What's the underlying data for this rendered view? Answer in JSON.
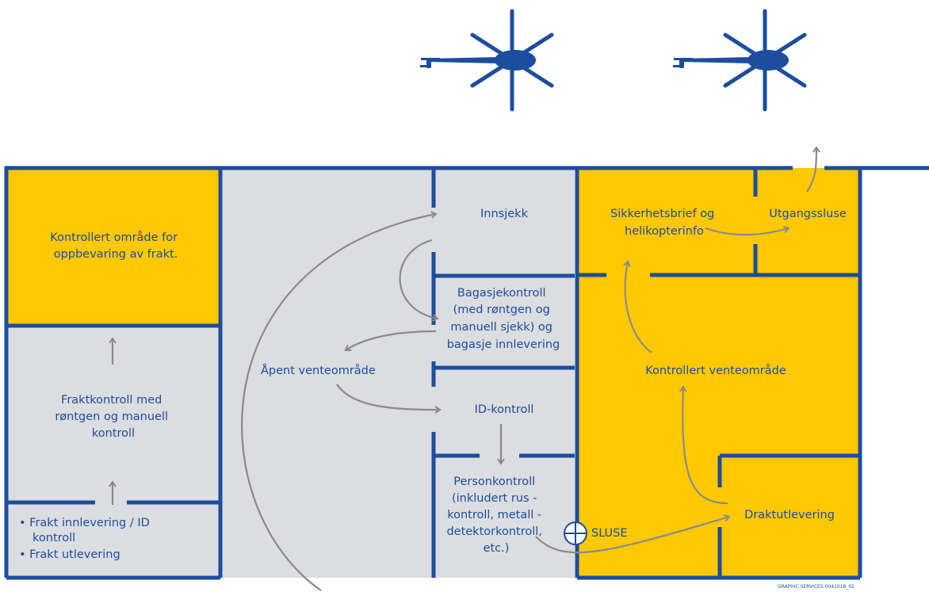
{
  "colors": {
    "wall": "#1c4d9e",
    "controlled_area": "#ffc800",
    "open_area": "#dcdde0",
    "label": "#1c4d9e",
    "arrow": "#8a8a8a"
  },
  "icons": [
    "helicopter-icon",
    "helicopter-icon",
    "sluice-icon",
    "arrow-icon"
  ],
  "rooms": {
    "cargo_storage": [
      "Kontrollert område for",
      "oppbevaring av frakt."
    ],
    "cargo_control": [
      "Fraktkontroll med",
      "røntgen og manuell",
      "kontroll"
    ],
    "cargo_bullets": [
      "• Frakt innlevering / ID",
      "kontroll",
      "• Frakt utlevering"
    ],
    "open_waiting": [
      "Åpent venteområde"
    ],
    "checkin": [
      "Innsjekk"
    ],
    "baggage_control": [
      "Bagasjekontroll",
      "(med røntgen og",
      "manuell sjekk) og",
      "bagasje innlevering"
    ],
    "id_control": [
      "ID-kontroll"
    ],
    "person_control": [
      "Personkontroll",
      "(inkludert rus -",
      "kontroll, metall -",
      "detektorkontroll,",
      "etc.)"
    ],
    "safety_brief": [
      "Sikkerhetsbrief og",
      "helikopterinfo"
    ],
    "exit_sluice": [
      "Utgangssluse"
    ],
    "controlled_waiting": [
      "Kontrollert venteområde"
    ],
    "suit_issue": [
      "Draktutlevering"
    ],
    "sluice": [
      "SLUSE"
    ]
  },
  "credit": "GRAPHIC SERVICES 0041018_02"
}
